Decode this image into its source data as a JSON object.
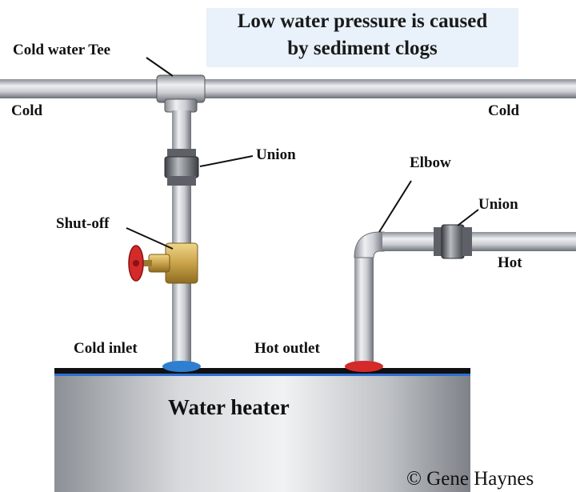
{
  "title": {
    "line1": "Low water pressure is caused",
    "line2": "by sediment clogs"
  },
  "labels": {
    "cold_water_tee": "Cold water Tee",
    "cold_left": "Cold",
    "cold_right": "Cold",
    "union_cold": "Union",
    "elbow": "Elbow",
    "union_hot": "Union",
    "shutoff": "Shut-off",
    "hot": "Hot",
    "cold_inlet": "Cold inlet",
    "hot_outlet": "Hot outlet",
    "water_heater": "Water heater"
  },
  "copyright": "© Gene Haynes",
  "colors": {
    "pipe_dark": "#7d8188",
    "pipe_light": "#e6e8eb",
    "valve_brass": "#c9a34a",
    "valve_handle": "#d42a2a",
    "cold_cap": "#2f7fd1",
    "hot_cap": "#d42a2a",
    "heater_top": "#101010",
    "heater_trim": "#2e6fd0",
    "title_bg": "#e9f1fa"
  }
}
